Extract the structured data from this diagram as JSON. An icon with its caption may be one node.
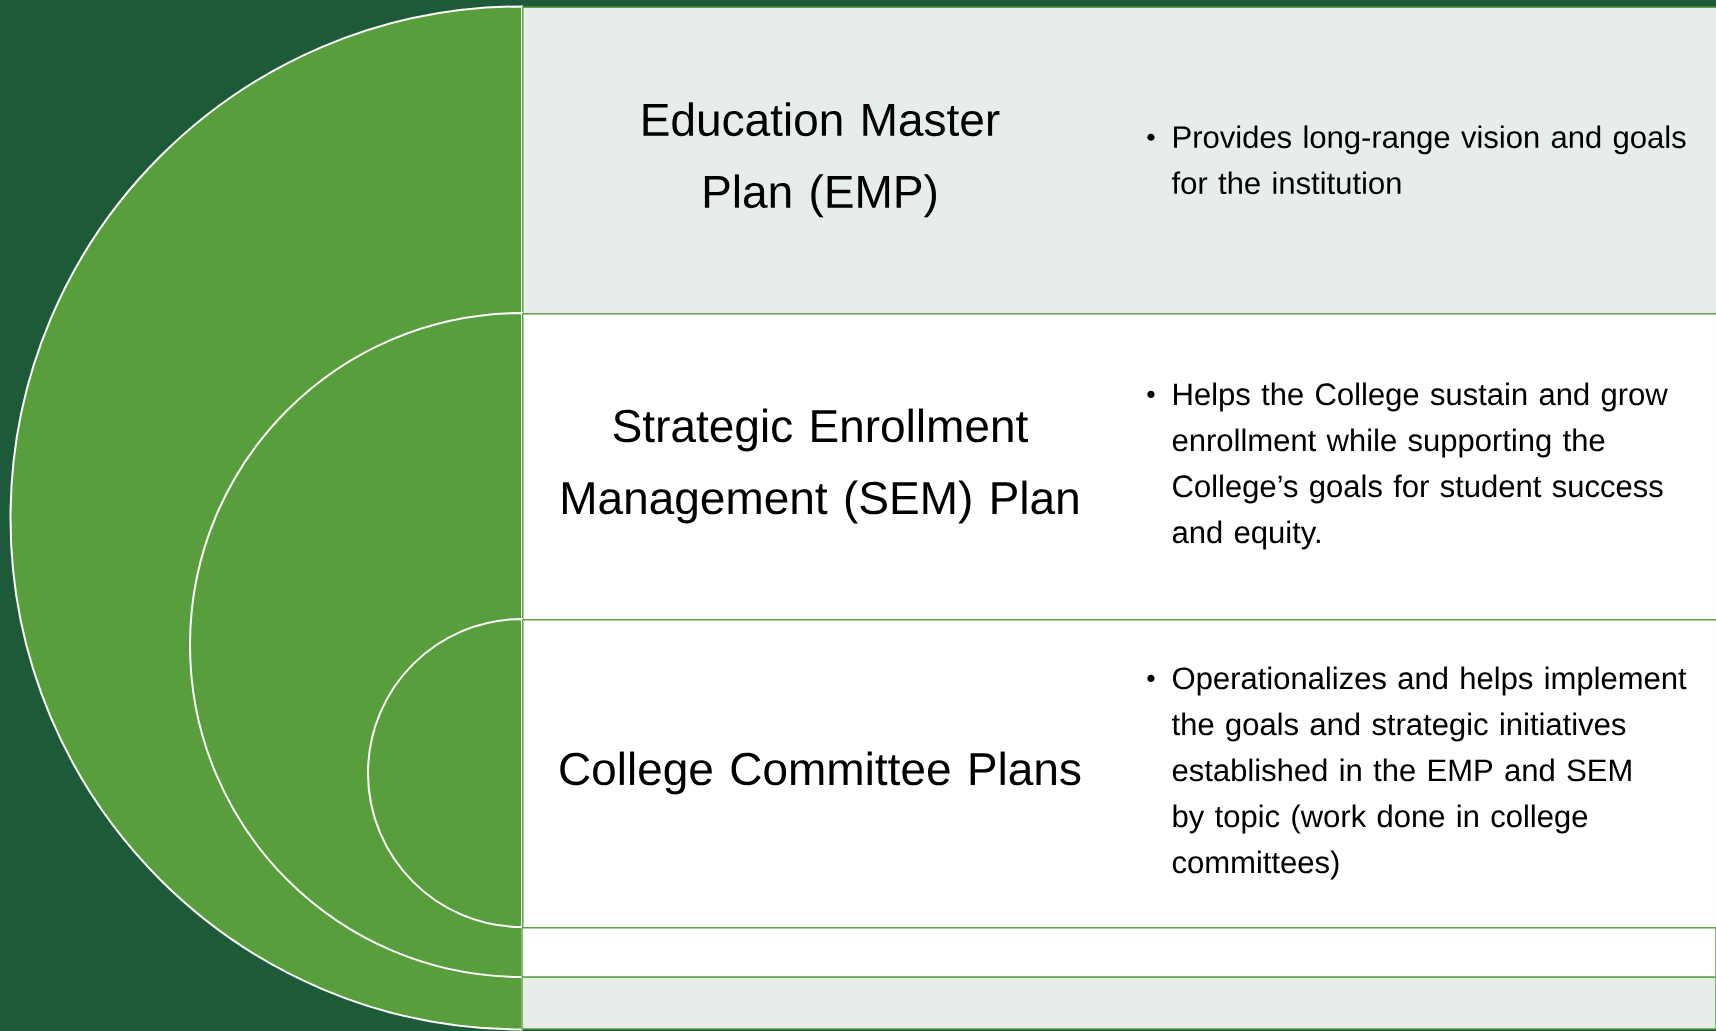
{
  "diagram": {
    "nodes": [
      {
        "text": [
          "Education Master Plan (EMP)",
          "Provides long-range vision and goals for the institution"
        ]
      },
      {
        "text": [
          "Strategic Enrollment Management (SEM) Plan",
          "Helps the College sustain and grow enrollment while supporting the College’s goals for student success and equity."
        ],
        "in": 0
      },
      {
        "text": [
          "College Committee Plans",
          "Operationalizes and helps implement the goals and strategic initiatives established in the EMP and SEM by topic (work done in college committees)"
        ],
        "in": 1
      }
    ]
  }
}
